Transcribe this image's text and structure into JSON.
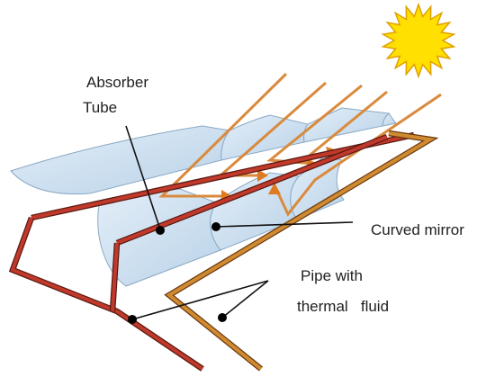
{
  "labels": {
    "absorber_line1": "Absorber",
    "absorber_line2": "Tube",
    "curved_mirror": "Curved mirror",
    "pipe_line1": "Pipe with",
    "pipe_line2": "thermal   fluid"
  },
  "colors": {
    "mirror_fill": "#cfe2f3",
    "mirror_edge": "#8aa9c4",
    "sun_fill": "#ffe000",
    "sun_stroke": "#e0a000",
    "ray": "#d98a3d",
    "red_pipe": "#c0392b",
    "orange_pipe": "#d08a30",
    "pipe_outline": "#5a1a12",
    "leader": "#111111"
  },
  "icons": {
    "sun": "sun-icon"
  }
}
